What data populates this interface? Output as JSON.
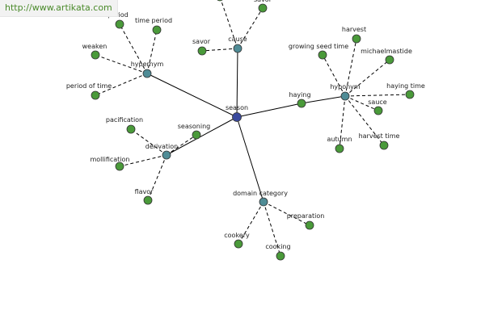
{
  "url": "http://www.artikata.com",
  "colors": {
    "center": "#3a4a9e",
    "relation": "#4f8c96",
    "leaf": "#4a9a3a",
    "stroke": "#333333"
  },
  "nodes": [
    {
      "id": "season",
      "label": "season",
      "kind": "center"
    },
    {
      "id": "cause",
      "label": "cause",
      "kind": "relation"
    },
    {
      "id": "hypernym",
      "label": "hypernym",
      "kind": "relation"
    },
    {
      "id": "hyponym",
      "label": "hyponym",
      "kind": "relation"
    },
    {
      "id": "derivation",
      "label": "derivation",
      "kind": "relation"
    },
    {
      "id": "domain-category",
      "label": "domain category",
      "kind": "relation"
    },
    {
      "id": "haying",
      "label": "haying",
      "kind": "leaf"
    },
    {
      "id": "savor",
      "label": "savor",
      "kind": "leaf"
    },
    {
      "id": "savor-2",
      "label": "savor",
      "kind": "leaf"
    },
    {
      "id": "period",
      "label": "period",
      "kind": "leaf"
    },
    {
      "id": "time-period",
      "label": "time period",
      "kind": "leaf"
    },
    {
      "id": "weaken",
      "label": "weaken",
      "kind": "leaf"
    },
    {
      "id": "period-of-time",
      "label": "period of time",
      "kind": "leaf"
    },
    {
      "id": "growing-seed-time",
      "label": "growing seed time",
      "kind": "leaf"
    },
    {
      "id": "harvest",
      "label": "harvest",
      "kind": "leaf"
    },
    {
      "id": "michaelmastide",
      "label": "michaelmastide",
      "kind": "leaf"
    },
    {
      "id": "haying-time",
      "label": "haying time",
      "kind": "leaf"
    },
    {
      "id": "sauce",
      "label": "sauce",
      "kind": "leaf"
    },
    {
      "id": "harvest-time",
      "label": "harvest time",
      "kind": "leaf"
    },
    {
      "id": "autumn",
      "label": "autumn",
      "kind": "leaf"
    },
    {
      "id": "pacification",
      "label": "pacification",
      "kind": "leaf"
    },
    {
      "id": "seasoning",
      "label": "seasoning",
      "kind": "leaf"
    },
    {
      "id": "mollification",
      "label": "mollification",
      "kind": "leaf"
    },
    {
      "id": "flavor",
      "label": "flavor",
      "kind": "leaf"
    },
    {
      "id": "preparation",
      "label": "preparation",
      "kind": "leaf"
    },
    {
      "id": "cookery",
      "label": "cookery",
      "kind": "leaf"
    },
    {
      "id": "cooking",
      "label": "cooking",
      "kind": "leaf"
    }
  ],
  "edges": [
    {
      "from": "season",
      "to": "cause",
      "style": "solid"
    },
    {
      "from": "season",
      "to": "hypernym",
      "style": "solid"
    },
    {
      "from": "season",
      "to": "derivation",
      "style": "solid"
    },
    {
      "from": "season",
      "to": "domain-category",
      "style": "solid"
    },
    {
      "from": "season",
      "to": "haying",
      "style": "solid"
    },
    {
      "from": "haying",
      "to": "hyponym",
      "style": "solid"
    },
    {
      "from": "cause",
      "to": "savor",
      "style": "dashed"
    },
    {
      "from": "cause",
      "to": "savor-2",
      "style": "dashed"
    },
    {
      "from": "cause",
      "to": "top-left-leaf",
      "style": "dashed"
    },
    {
      "from": "hypernym",
      "to": "period",
      "style": "dashed"
    },
    {
      "from": "hypernym",
      "to": "time-period",
      "style": "dashed"
    },
    {
      "from": "hypernym",
      "to": "weaken",
      "style": "dashed"
    },
    {
      "from": "hypernym",
      "to": "period-of-time",
      "style": "dashed"
    },
    {
      "from": "hyponym",
      "to": "growing-seed-time",
      "style": "dashed"
    },
    {
      "from": "hyponym",
      "to": "harvest",
      "style": "dashed"
    },
    {
      "from": "hyponym",
      "to": "michaelmastide",
      "style": "dashed"
    },
    {
      "from": "hyponym",
      "to": "haying-time",
      "style": "dashed"
    },
    {
      "from": "hyponym",
      "to": "sauce",
      "style": "dashed"
    },
    {
      "from": "hyponym",
      "to": "harvest-time",
      "style": "dashed"
    },
    {
      "from": "hyponym",
      "to": "autumn",
      "style": "dashed"
    },
    {
      "from": "derivation",
      "to": "pacification",
      "style": "dashed"
    },
    {
      "from": "derivation",
      "to": "seasoning",
      "style": "dashed"
    },
    {
      "from": "derivation",
      "to": "mollification",
      "style": "dashed"
    },
    {
      "from": "derivation",
      "to": "flavor",
      "style": "dashed"
    },
    {
      "from": "domain-category",
      "to": "preparation",
      "style": "dashed"
    },
    {
      "from": "domain-category",
      "to": "cookery",
      "style": "dashed"
    },
    {
      "from": "domain-category",
      "to": "cooking",
      "style": "dashed"
    }
  ]
}
